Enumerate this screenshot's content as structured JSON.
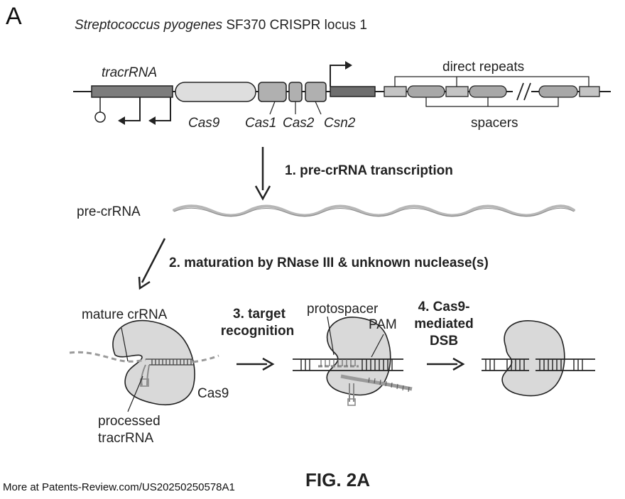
{
  "panel_label": "A",
  "title": {
    "organism": "Streptococcus pyogenes",
    "rest": " SF370 CRISPR locus 1"
  },
  "genes": {
    "tracrRNA": "tracrRNA",
    "cas9": "Cas9",
    "cas1": "Cas1",
    "cas2": "Cas2",
    "csn2": "Csn2"
  },
  "array": {
    "direct_repeats": "direct repeats",
    "spacers": "spacers"
  },
  "steps": {
    "s1": "1. pre-crRNA transcription",
    "s2": "2. maturation by RNase III & unknown nuclease(s)",
    "s3_line1": "3. target",
    "s3_line2": "recognition",
    "s4_line1": "4. Cas9-",
    "s4_line2": "mediated",
    "s4_line3": "DSB"
  },
  "labels": {
    "pre_crrna": "pre-crRNA",
    "mature_crrna": "mature crRNA",
    "cas9_protein": "Cas9",
    "processed_line1": "processed",
    "processed_line2": "tracrRNA",
    "protospacer": "protospacer",
    "pam": "PAM"
  },
  "figure_label": "FIG. 2A",
  "footer": "More at Patents-Review.com/US20250250578A1",
  "colors": {
    "line": "#222222",
    "gene_fill": "#a8a8a8",
    "cas9_fill": "#d6d6d6",
    "protein_fill": "#d9d9d9",
    "tracr_fill": "#7a7a7a",
    "rna": "#b5b5b5"
  }
}
